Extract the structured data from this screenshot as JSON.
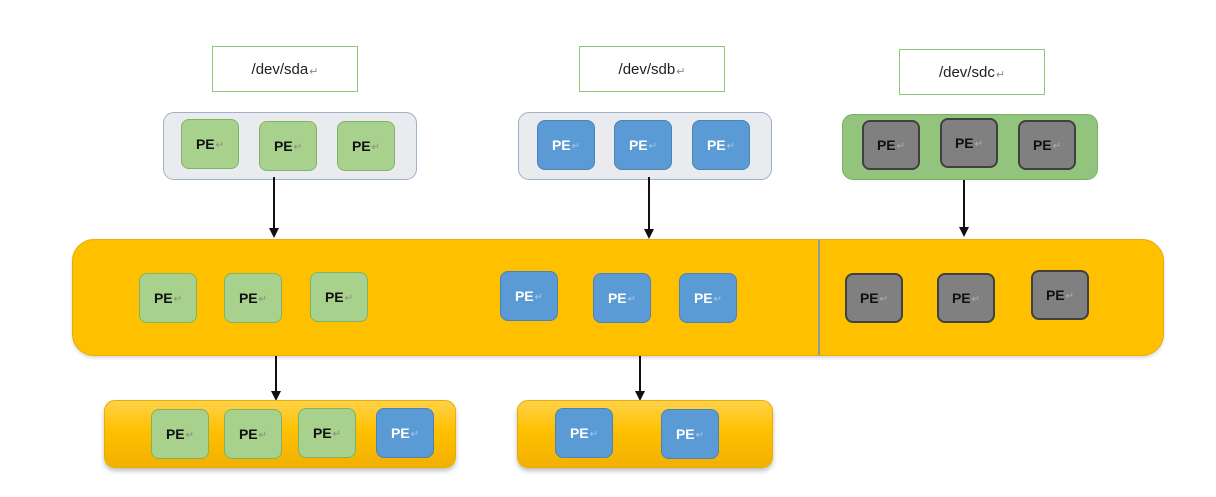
{
  "devices": [
    {
      "label": "/dev/sda"
    },
    {
      "label": "/dev/sdb"
    },
    {
      "label": "/dev/sdc"
    }
  ],
  "return_glyph": "↵",
  "pe_label": "PE",
  "colors": {
    "green_pe": "#a9d18e",
    "blue_pe": "#5b9bd5",
    "grey_pe": "#808080",
    "volume_group": "#ffc000"
  }
}
